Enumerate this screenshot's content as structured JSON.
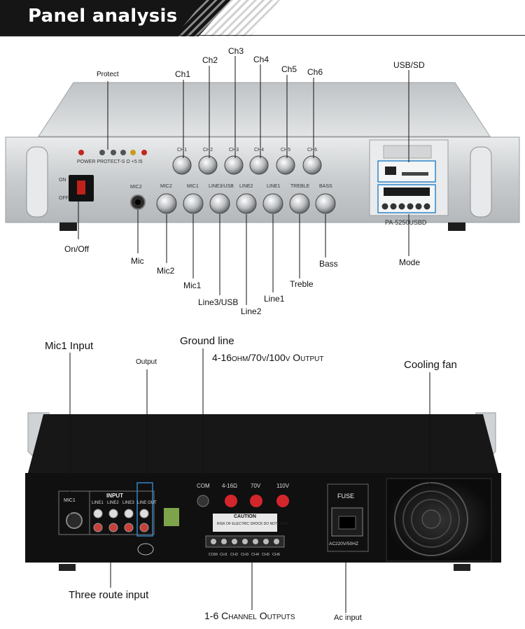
{
  "banner": {
    "title": "Panel analysis"
  },
  "front": {
    "callouts": {
      "protect": "Protect",
      "ch1": "Ch1",
      "ch2": "Ch2",
      "ch3": "Ch3",
      "ch4": "Ch4",
      "ch5": "Ch5",
      "ch6": "Ch6",
      "usb_sd": "USB/SD",
      "on_off": "On/Off",
      "mic": "Mic",
      "mic2": "Mic2",
      "mic1": "Mic1",
      "line3_usb": "Line3/USB",
      "line2": "Line2",
      "line1": "Line1",
      "treble": "Treble",
      "bass": "Bass",
      "mode": "Mode"
    },
    "panel": {
      "indicators": "POWER  PROTECT-S   O   +5   I5",
      "switch_on": "ON",
      "switch_off": "OFF",
      "mic_jack": "MIC2",
      "channels": [
        "CH1",
        "CH2",
        "CH3",
        "CH4",
        "CH5",
        "CH6"
      ],
      "knobs": [
        "MIC2",
        "MIC1",
        "LINE3/USB",
        "LINE2",
        "LINE1",
        "TREBLE",
        "BASS"
      ],
      "model": "PA-5250USBD"
    }
  },
  "rear": {
    "callouts": {
      "mic1_input": "Mic1 Input",
      "output": "Output",
      "ground_line": "Ground line",
      "speaker_output": "4-16ohm/70v/100v Output",
      "cooling_fan": "Cooling fan",
      "three_route_input": "Three route input",
      "channel_outputs": "1-6 Channel Outputs",
      "ac_input": "Ac input"
    },
    "panel": {
      "input": "INPUT",
      "mic1": "MIC1",
      "line_labels": [
        "LINE1",
        "LINE2",
        "LINE3",
        "LINE OUT"
      ],
      "terminals": [
        "COM",
        "4-16Ω",
        "70V",
        "110V"
      ],
      "caution": "CAUTION",
      "caution_text": "RISK OF ELECTRIC SHOCK DO NOT OPEN",
      "strip": [
        "COM",
        "CH1",
        "CH2",
        "CH3",
        "CH4",
        "CH5",
        "CH6"
      ],
      "fuse": "FUSE",
      "ac_rating": "AC220V/50HZ"
    }
  },
  "colors": {
    "banner": "#151515",
    "front_panel": "#cfd2d4",
    "rear_panel": "#111111",
    "accent": "#2f86c9"
  }
}
